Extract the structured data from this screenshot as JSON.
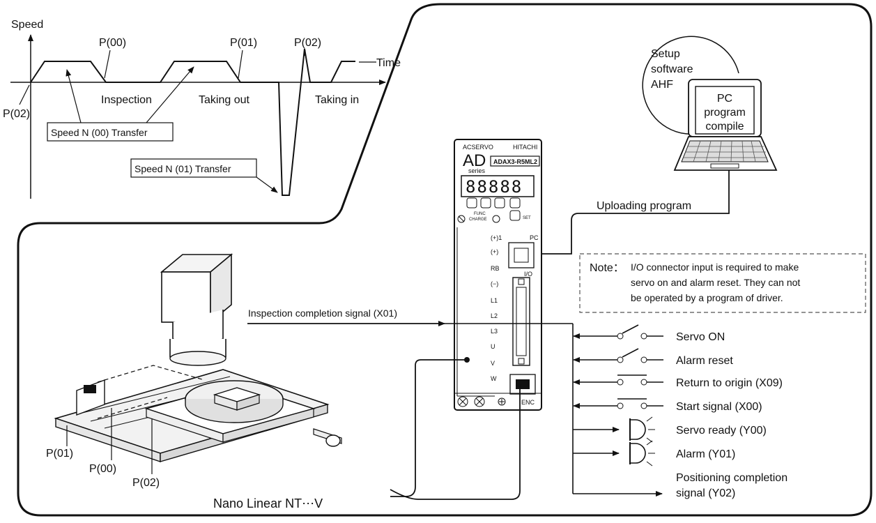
{
  "speed_chart": {
    "y_axis_label": "Speed",
    "x_axis_label": "Time",
    "point_labels": [
      "P(00)",
      "P(01)",
      "P(02)",
      "P(02)"
    ],
    "phase_labels": [
      "Inspection",
      "Taking out",
      "Taking in"
    ],
    "transfer_boxes": [
      "Speed N (00) Transfer",
      "Speed N (01) Transfer"
    ]
  },
  "pc": {
    "circle_text": [
      "Setup",
      "software",
      "AHF"
    ],
    "screen_text": [
      "PC",
      "program",
      "compile"
    ],
    "upload_label": "Uploading program"
  },
  "driver": {
    "brand": "ACSERVO",
    "maker": "HITACHI",
    "model_big": "AD",
    "series": "series",
    "model_no": "ADAX3-R5ML2",
    "display": "88888",
    "key_labels": [
      "FUNC",
      "CHARGE",
      "SET"
    ],
    "pc_port": "PC",
    "io_port": "I/O",
    "enc_port": "ENC",
    "terminals": [
      "(+)1",
      "(+)",
      "RB",
      "(−)",
      "L1",
      "L2",
      "L3",
      "U",
      "V",
      "W"
    ]
  },
  "note": {
    "title": "Note：",
    "lines": [
      "I/O connector input is required to make",
      "servo on and alarm reset. They can not",
      "be operated by a program of driver."
    ]
  },
  "signals": {
    "inspection_signal": "Inspection completion signal (X01)",
    "inputs": [
      "Servo ON",
      "Alarm reset",
      "Return to origin (X09)",
      "Start signal (X00)"
    ],
    "outputs": [
      "Servo ready (Y00)",
      "Alarm (Y01)"
    ],
    "positioning": [
      "Positioning completion",
      "signal (Y02)"
    ]
  },
  "stage": {
    "positions": [
      "P(01)",
      "P(00)",
      "P(02)"
    ],
    "product_name": "Nano Linear NT⋯V"
  }
}
